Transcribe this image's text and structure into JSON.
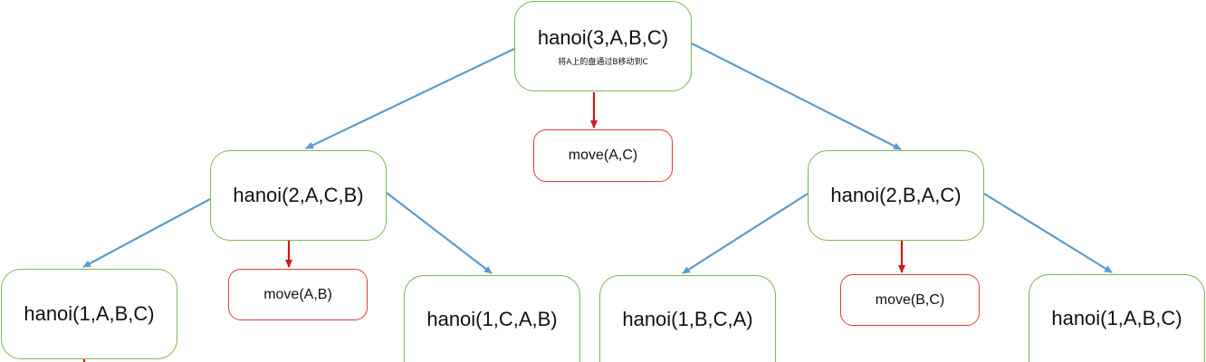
{
  "diagram": {
    "colors": {
      "node_border": "#7cb84e",
      "move_border": "#e23a3a",
      "blue_arrow": "#5a9bd0",
      "red_arrow": "#d11a1a"
    },
    "nodes": {
      "root": {
        "label": "hanoi(3,A,B,C)",
        "note": "将A上的盘通过B移动到C"
      },
      "left": {
        "label": "hanoi(2,A,C,B)"
      },
      "right": {
        "label": "hanoi(2,B,A,C)"
      },
      "ll": {
        "label": "hanoi(1,A,B,C)"
      },
      "lr": {
        "label": "hanoi(1,C,A,B)"
      },
      "rl": {
        "label": "hanoi(1,B,C,A)"
      },
      "rr": {
        "label": "hanoi(1,A,B,C)"
      }
    },
    "moves": {
      "root": "move(A,C)",
      "left": "move(A,B)",
      "right": "move(B,C)"
    }
  }
}
